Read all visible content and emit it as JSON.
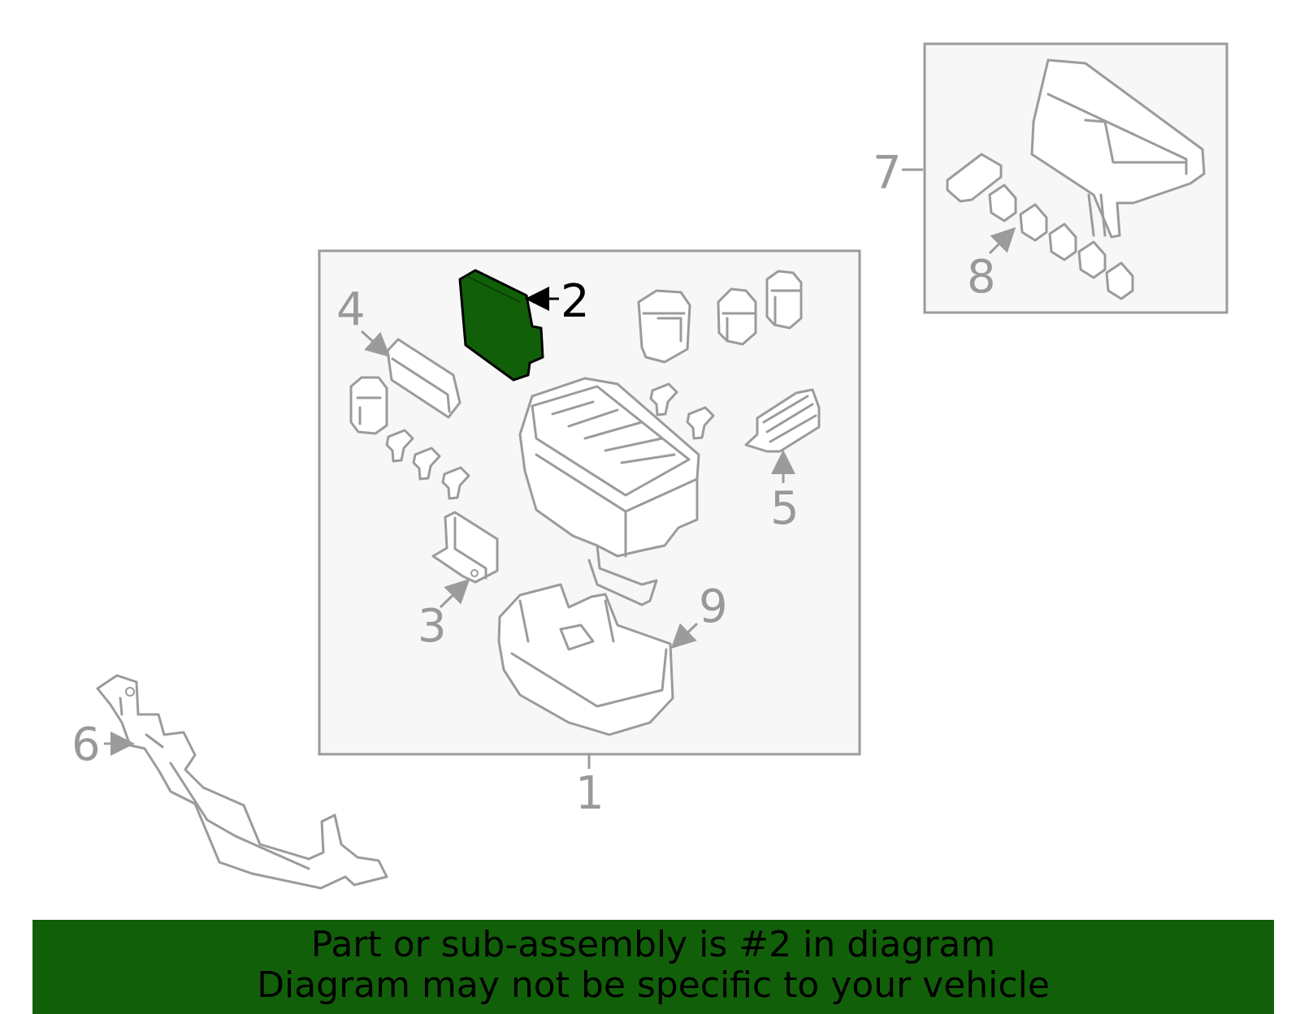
{
  "diagram": {
    "highlight_color": "#125f0a",
    "line_color": "#9b9b9b",
    "panel_fill": "#f7f7f7",
    "callouts": {
      "c1": "1",
      "c2": "2",
      "c3": "3",
      "c4": "4",
      "c5": "5",
      "c6": "6",
      "c7": "7",
      "c8": "8",
      "c9": "9"
    }
  },
  "footer": {
    "background": "#125f0a",
    "line1": "Part or sub-assembly is #2 in diagram",
    "line2": "Diagram may not be specific to your vehicle"
  }
}
